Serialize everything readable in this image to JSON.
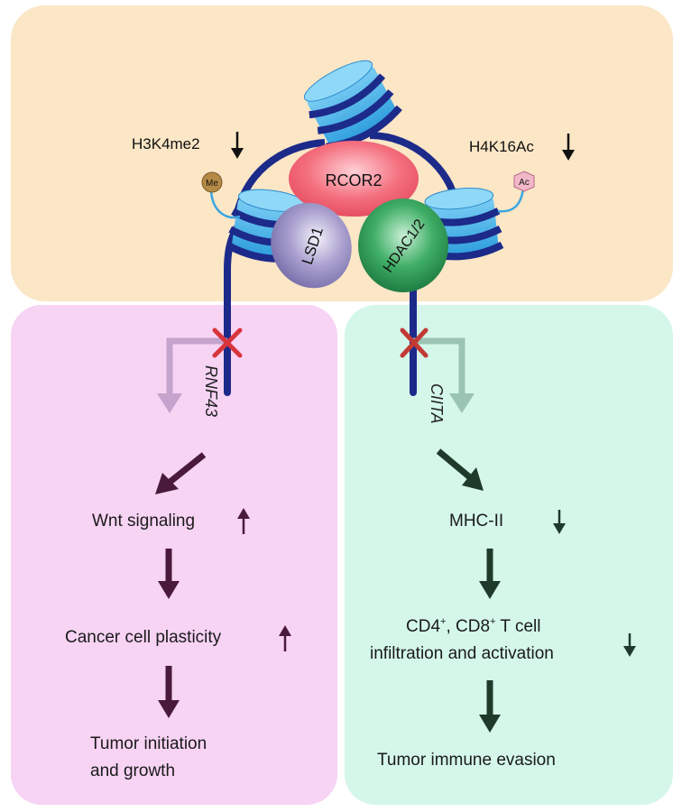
{
  "top_panel": {
    "left_mark": "H3K4me2",
    "right_mark": "H4K16Ac",
    "me_tag": "Me",
    "ac_tag": "Ac",
    "complex": {
      "rcor2": "RCOR2",
      "lsd1": "LSD1",
      "hdac": "HDAC1/2"
    }
  },
  "left_panel": {
    "gene": "RNF43",
    "step1": "Wnt signaling",
    "step2": "Cancer cell plasticity",
    "step3_line1": "Tumor initiation",
    "step3_line2": "and growth"
  },
  "right_panel": {
    "gene": "CIITA",
    "step1": "MHC-II",
    "step2_line1_a": "CD4",
    "step2_line1_sup1": "+",
    "step2_line1_b": ", CD8",
    "step2_line1_sup2": "+",
    "step2_line1_c": " T cell",
    "step2_line2": "infiltration and activation",
    "step3": "Tumor immune evasion"
  },
  "colors": {
    "top_bg": "#fbe6c6",
    "left_bg": "#f7d3f4",
    "right_bg": "#d4f7ea",
    "dna": "#1c2a8a",
    "nucleosome": "#38aee8",
    "rcor2": "#f46a7a",
    "lsd1": "#9a90c2",
    "hdac": "#2f9a55",
    "left_arrow": "#4a1a3c",
    "right_arrow": "#1f3a2a",
    "cross": "#d9343c"
  }
}
